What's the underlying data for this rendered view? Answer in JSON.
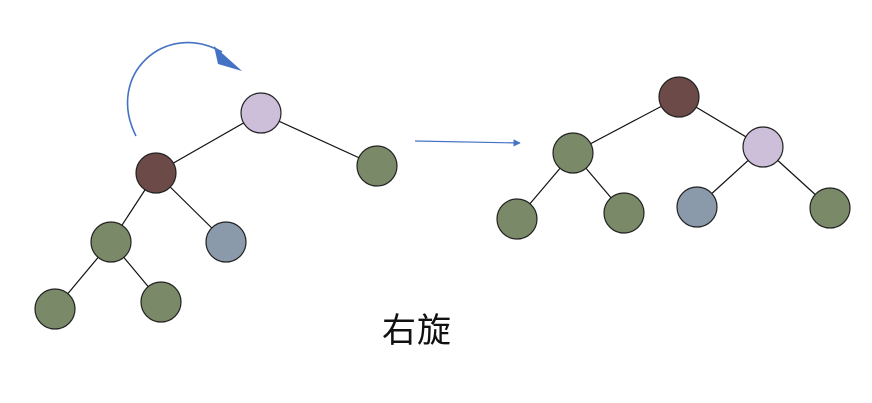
{
  "caption": "右旋",
  "colors": {
    "olive": "#7a8a68",
    "dark_brown": "#6b4a48",
    "lavender": "#cdbfd9",
    "slate": "#8a9aab",
    "node_stroke": "#222222",
    "edge": "#111111",
    "rotate_arrow": "#4472c4",
    "transition_arrow": "#4472c4"
  },
  "icons": {
    "rotate_arrow": "curved-arrow-icon",
    "transition_arrow": "right-arrow-icon"
  },
  "trees": {
    "before": {
      "nodes": [
        {
          "id": "root",
          "color": "lavender"
        },
        {
          "id": "left-child",
          "color": "dark_brown"
        },
        {
          "id": "right-child",
          "color": "olive"
        },
        {
          "id": "left-left",
          "color": "olive"
        },
        {
          "id": "left-right",
          "color": "slate"
        },
        {
          "id": "left-left-left",
          "color": "olive"
        },
        {
          "id": "left-left-right",
          "color": "olive"
        }
      ],
      "edges": [
        [
          "root",
          "left-child"
        ],
        [
          "root",
          "right-child"
        ],
        [
          "left-child",
          "left-left"
        ],
        [
          "left-child",
          "left-right"
        ],
        [
          "left-left",
          "left-left-left"
        ],
        [
          "left-left",
          "left-left-right"
        ]
      ]
    },
    "after": {
      "nodes": [
        {
          "id": "root",
          "color": "dark_brown"
        },
        {
          "id": "left-child",
          "color": "olive"
        },
        {
          "id": "right-child",
          "color": "lavender"
        },
        {
          "id": "left-left",
          "color": "olive"
        },
        {
          "id": "left-right",
          "color": "olive"
        },
        {
          "id": "right-left",
          "color": "slate"
        },
        {
          "id": "right-right",
          "color": "olive"
        }
      ],
      "edges": [
        [
          "root",
          "left-child"
        ],
        [
          "root",
          "right-child"
        ],
        [
          "left-child",
          "left-left"
        ],
        [
          "left-child",
          "left-right"
        ],
        [
          "right-child",
          "right-left"
        ],
        [
          "right-child",
          "right-right"
        ]
      ]
    }
  }
}
